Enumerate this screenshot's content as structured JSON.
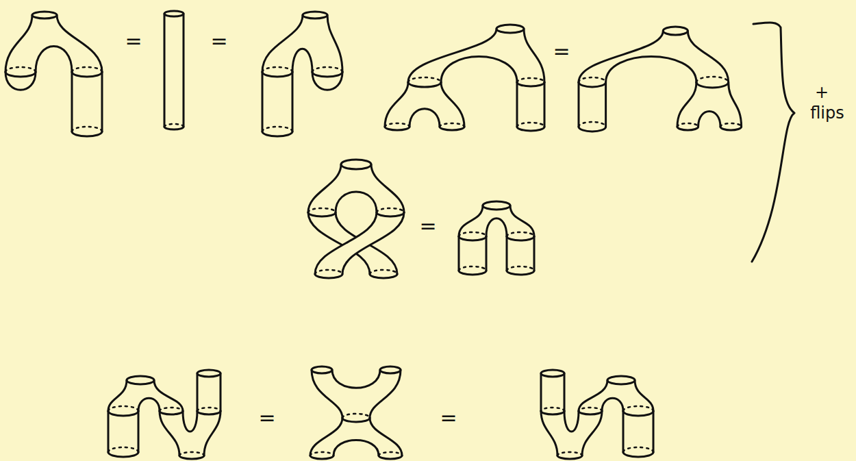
{
  "diagram": {
    "labels": [
      "=",
      "=",
      "=",
      "+",
      "flips",
      "=",
      "=",
      "="
    ]
  }
}
